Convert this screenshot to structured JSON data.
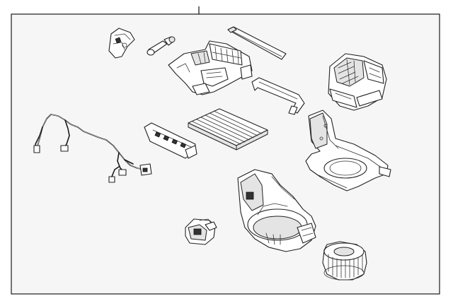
{
  "diagram": {
    "kind": "exploded-parts-diagram",
    "background": "#ffffff",
    "panel_fill": "#f6f6f6",
    "line_color": "#222222",
    "parts": [
      {
        "name": "blend-door-actuator",
        "icon": "actuator"
      },
      {
        "name": "temperature-sensor",
        "icon": "sensor"
      },
      {
        "name": "evaporator-housing",
        "icon": "housing"
      },
      {
        "name": "seal-strip",
        "icon": "seal"
      },
      {
        "name": "mode-door-assembly",
        "icon": "door-assembly"
      },
      {
        "name": "mounting-bracket",
        "icon": "bracket"
      },
      {
        "name": "wiring-harness",
        "icon": "harness"
      },
      {
        "name": "vent-grille",
        "icon": "grille"
      },
      {
        "name": "cabin-air-filter",
        "icon": "filter"
      },
      {
        "name": "blower-upper-case",
        "icon": "case"
      },
      {
        "name": "blower-lower-case",
        "icon": "case"
      },
      {
        "name": "blower-resistor",
        "icon": "resistor"
      },
      {
        "name": "blower-motor",
        "icon": "motor"
      }
    ]
  }
}
